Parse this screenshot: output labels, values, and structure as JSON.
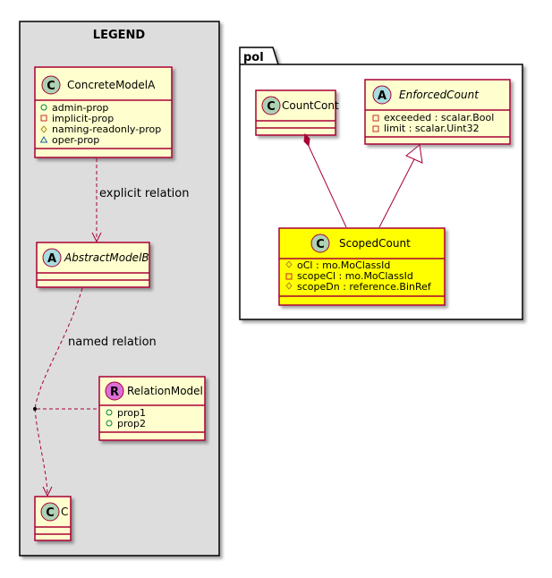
{
  "legend": {
    "title": "LEGEND",
    "concrete_model": {
      "name": "ConcreteModelA",
      "stereotype_letter": "C",
      "attributes": [
        {
          "visibility": "public-circle-icon",
          "name": "admin-prop"
        },
        {
          "visibility": "private-square-icon",
          "name": "implicit-prop"
        },
        {
          "visibility": "protected-diamond-icon",
          "name": "naming-readonly-prop"
        },
        {
          "visibility": "package-triangle-icon",
          "name": "oper-prop"
        }
      ]
    },
    "abstract_model": {
      "name": "AbstractModelB",
      "stereotype_letter": "A"
    },
    "relation_model": {
      "name": "RelationModel",
      "stereotype_letter": "R",
      "attributes": [
        {
          "visibility": "public-circle-icon",
          "name": "prop1"
        },
        {
          "visibility": "public-circle-icon",
          "name": "prop2"
        }
      ]
    },
    "class_c": {
      "name": "C",
      "stereotype_letter": "C"
    },
    "edges": {
      "explicit": "explicit relation",
      "named": "named relation"
    }
  },
  "package": {
    "name": "pol",
    "count_cont": {
      "name": "CountCont",
      "stereotype_letter": "C"
    },
    "enforced_count": {
      "name": "EnforcedCount",
      "stereotype_letter": "A",
      "attributes": [
        {
          "visibility": "private-square-icon",
          "name": "exceeded : scalar.Bool"
        },
        {
          "visibility": "private-square-icon",
          "name": "limit : scalar.Uint32"
        }
      ]
    },
    "scoped_count": {
      "name": "ScopedCount",
      "stereotype_letter": "C",
      "attributes": [
        {
          "visibility": "protected-diamond-icon",
          "name": "oCl : mo.MoClassId"
        },
        {
          "visibility": "private-square-icon",
          "name": "scopeCl : mo.MoClassId"
        },
        {
          "visibility": "protected-diamond-icon",
          "name": "scopeDn : reference.BinRef"
        }
      ]
    }
  },
  "colors": {
    "class_fill": "#FEFECE",
    "class_border": "#A80036",
    "highlight_fill": "#FFFF00",
    "legend_fill": "#DDDDDD",
    "circle_c": "#ADD1B2",
    "circle_a": "#A9DCDF",
    "circle_r": "#DA70D6"
  }
}
